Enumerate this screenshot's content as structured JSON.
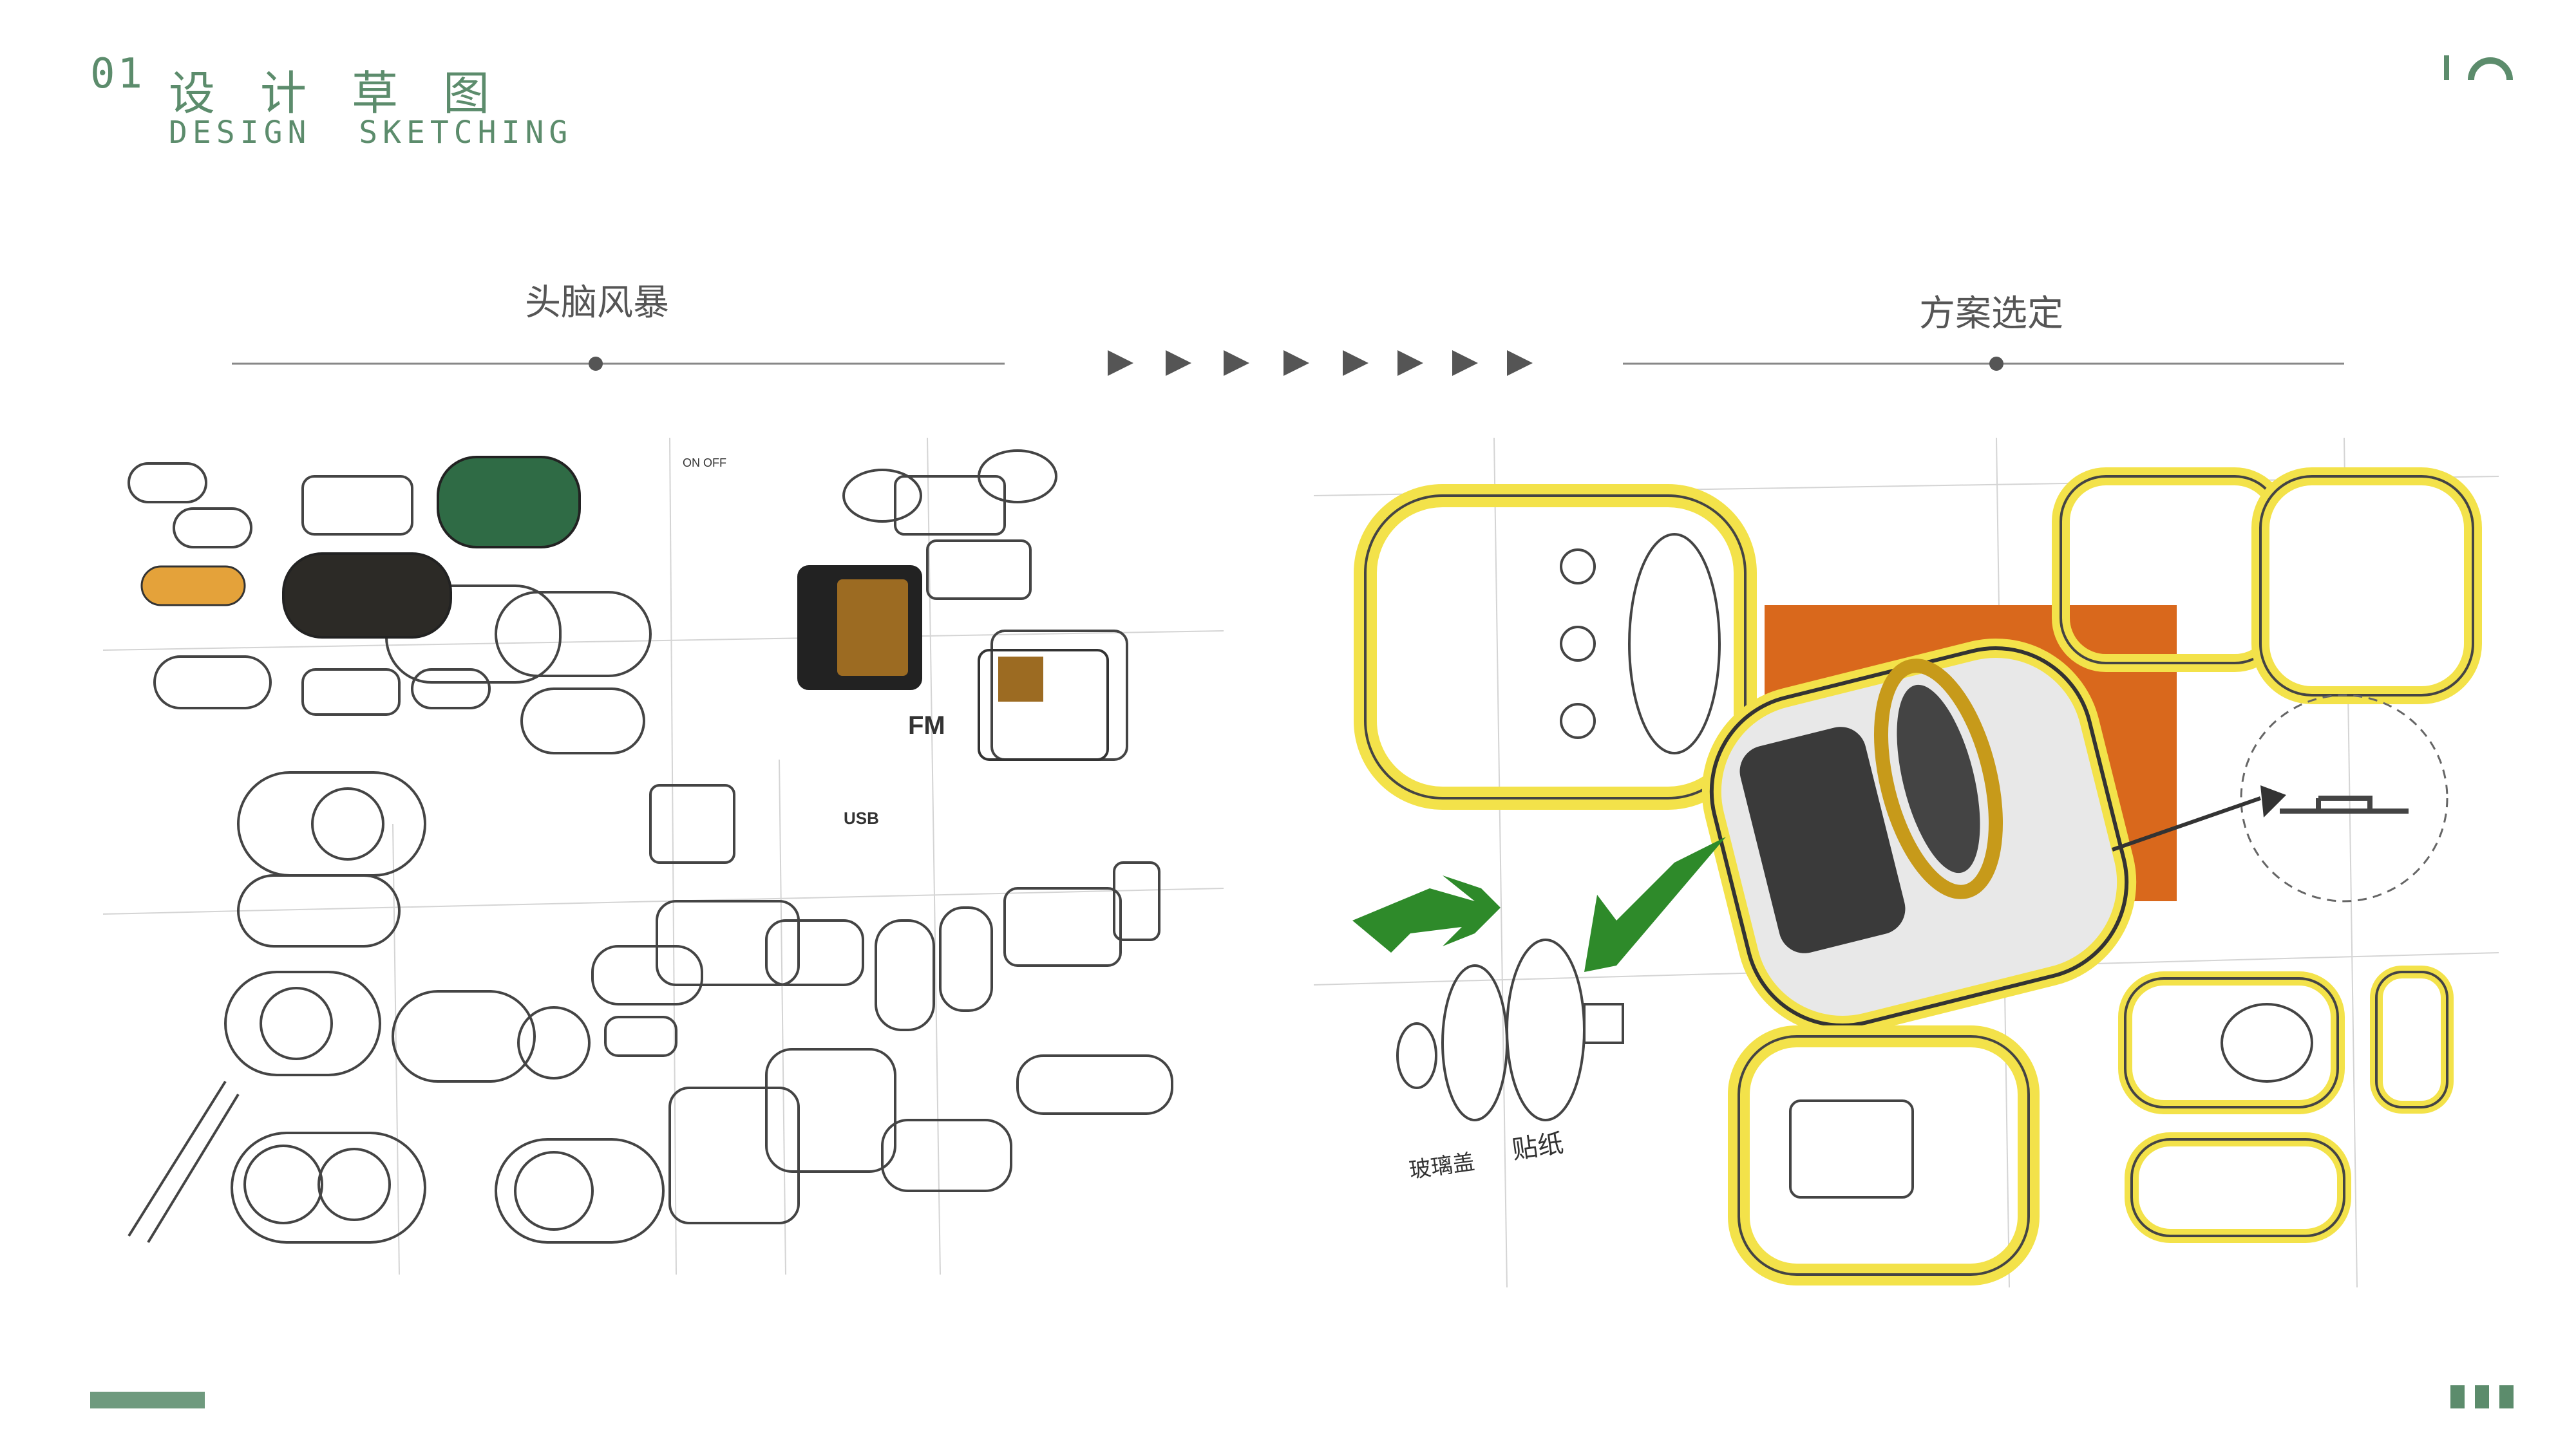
{
  "header": {
    "number": "01",
    "title_cn": "设计草图",
    "title_en": "DESIGN  SKETCHING"
  },
  "sections": {
    "left_label": "头脑风暴",
    "right_label": "方案选定"
  },
  "sketch_notes": {
    "glass_cover": "玻璃盖",
    "sticker": "贴纸",
    "fm": "FM",
    "usb": "USB",
    "on_off": "ON OFF"
  },
  "colors": {
    "accent": "#5c8c6c",
    "highlight_yellow": "#f3e24a",
    "orange": "#d9681c",
    "arrow_green": "#2e8a2a",
    "line": "#777777"
  }
}
